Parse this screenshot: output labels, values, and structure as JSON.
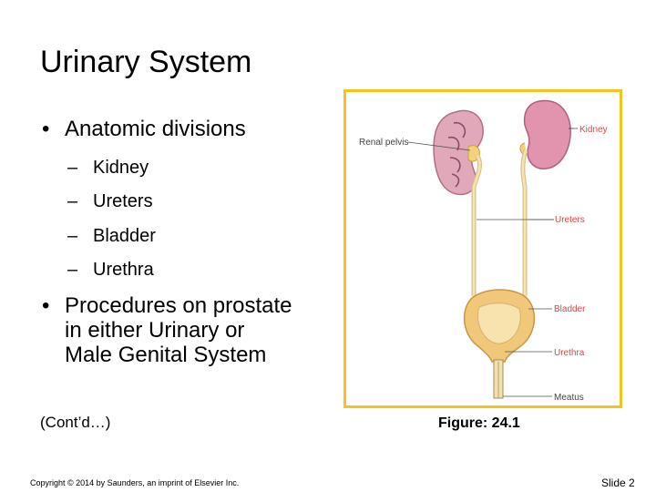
{
  "slide": {
    "title": "Urinary System",
    "bullets": [
      {
        "marker": "•",
        "text_lines": [
          "Anatomic divisions"
        ],
        "subitems": [
          {
            "marker": "–",
            "text": "Kidney"
          },
          {
            "marker": "–",
            "text": "Ureters"
          },
          {
            "marker": "–",
            "text": "Bladder"
          },
          {
            "marker": "–",
            "text": "Urethra"
          }
        ]
      },
      {
        "marker": "•",
        "text_lines": [
          "Procedures on prostate",
          "in either Urinary or",
          "Male Genital System"
        ]
      }
    ],
    "contd": "(Cont’d…)",
    "figure": {
      "labels": {
        "renal_pelvis": "Renal pelvis",
        "kidney": "Kidney",
        "ureters": "Ureters",
        "bladder": "Bladder",
        "urethra": "Urethra",
        "meatus": "Meatus"
      },
      "frame_color": "#f2c41e",
      "label_color": "#d9473e",
      "caption": "Figure: 24.1"
    },
    "footer": {
      "copyright": "Copyright © 2014 by Saunders, an imprint of Elsevier Inc.",
      "slide_number": "Slide 2"
    }
  }
}
